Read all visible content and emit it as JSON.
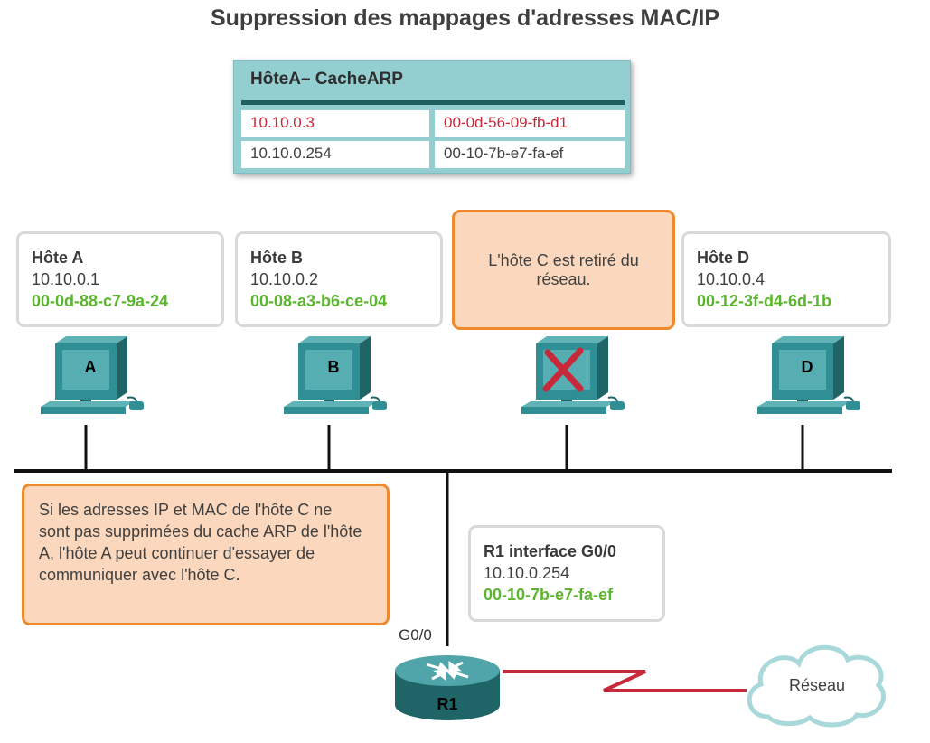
{
  "title": "Suppression des mappages d'adresses MAC/IP",
  "arp_table": {
    "title": "HôteA– CacheARP",
    "rows": [
      {
        "ip": "10.10.0.3",
        "mac": "00-0d-56-09-fb-d1",
        "highlight": true
      },
      {
        "ip": "10.10.0.254",
        "mac": "00-10-7b-e7-fa-ef",
        "highlight": false
      }
    ]
  },
  "hosts": [
    {
      "name": "Hôte A",
      "ip": "10.10.0.1",
      "mac": "00-0d-88-c7-9a-24",
      "label": "A"
    },
    {
      "name": "Hôte B",
      "ip": "10.10.0.2",
      "mac": "00-08-a3-b6-ce-04",
      "label": "B"
    },
    {
      "name": "Hôte D",
      "ip": "10.10.0.4",
      "mac": "00-12-3f-d4-6d-1b",
      "label": "D"
    }
  ],
  "host_c_note": "L'hôte C est retiré du réseau.",
  "warning_note": "Si les adresses IP et MAC de l'hôte C ne sont pas supprimées du cache ARP de l'hôte A, l'hôte A peut continuer d'essayer de communiquer avec l'hôte C.",
  "router": {
    "name": "R1",
    "port": "G0/0",
    "interface_title": "R1 interface G0/0",
    "ip": "10.10.0.254",
    "mac": "00-10-7b-e7-fa-ef"
  },
  "cloud_label": "Réseau",
  "colors": {
    "teal": "#2f8f94",
    "teal_dark": "#1f6466",
    "orange_border": "#ee8a2d",
    "orange_fill": "#fbd8bd",
    "mac_green": "#5bb52d",
    "removed_red": "#c8293a",
    "wan_link": "#c8293a"
  }
}
